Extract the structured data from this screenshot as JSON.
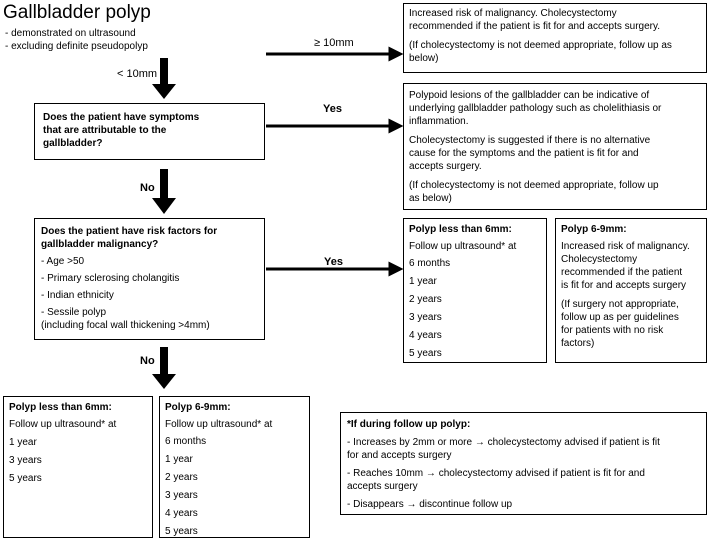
{
  "title": "Gallbladder polyp",
  "subtitle_lines": [
    "- demonstrated on ultrasound",
    "- excluding definite pseudopolyp"
  ],
  "labels": {
    "ge10": "≥  10mm",
    "lt10": "<  10mm",
    "yes1": "Yes",
    "no1": "No",
    "yes2": "Yes",
    "no2": "No"
  },
  "q1": {
    "lines": [
      "Does the patient have symptoms",
      "that are attributable to the",
      "gallbladder?"
    ]
  },
  "q2": {
    "heading": [
      "Does the patient have risk factors for",
      "gallbladder malignancy?"
    ],
    "items": [
      "- Age >50",
      "- Primary sclerosing cholangitis",
      "- Indian ethnicity",
      "- Sessile polyp"
    ],
    "note": "(including focal wall thickening >4mm)"
  },
  "big": {
    "p1": [
      "Increased risk of malignancy. Cholecystectomy",
      "recommended if the patient is fit for and accepts surgery."
    ],
    "p2": [
      "(If cholecystectomy is not deemed appropriate, follow up as",
      "below)"
    ]
  },
  "symptoms": {
    "p1": [
      "Polypoid lesions of the gallbladder can be indicative of",
      "underlying gallbladder pathology such as cholelithiasis or",
      "inflammation."
    ],
    "p2": [
      "Cholecystectomy is suggested if there is no alternative",
      "cause for the symptoms and the patient is fit for and",
      "accepts surgery."
    ],
    "p3": [
      " (If cholecystectomy is not deemed appropriate, follow up",
      "as below)"
    ]
  },
  "risk_small": {
    "heading": "Polyp less than 6mm:",
    "lines": [
      "Follow up ultrasound* at",
      "6 months",
      "1 year",
      "2 years",
      "3 years",
      "4 years",
      "5 years"
    ]
  },
  "risk_mid": {
    "heading": "Polyp 6-9mm:",
    "p1": [
      "Increased risk of malignancy.",
      "Cholecystectomy",
      "recommended if the patient",
      "is fit for and accepts surgery"
    ],
    "p2": [
      "(If surgery not appropriate,",
      "follow up as per guidelines",
      "for patients with no risk",
      "factors)"
    ]
  },
  "norisk_small": {
    "heading": "Polyp less than 6mm:",
    "lines": [
      "Follow up ultrasound* at",
      "1 year",
      "3 years",
      "5 years"
    ]
  },
  "norisk_mid": {
    "heading": "Polyp 6-9mm:",
    "lines": [
      "Follow up ultrasound* at",
      "6 months",
      "1 year",
      "2 years",
      "3 years",
      "4 years",
      "5 years"
    ]
  },
  "footnote": {
    "heading": "*If during follow up polyp:",
    "items": [
      [
        "- Increases by 2mm or more → cholecystectomy advised if patient is fit",
        "for and accepts surgery"
      ],
      [
        "- Reaches 10mm → cholecystectomy advised if patient is fit for and",
        "accepts surgery"
      ],
      [
        "- Disappears → discontinue follow up"
      ]
    ]
  }
}
